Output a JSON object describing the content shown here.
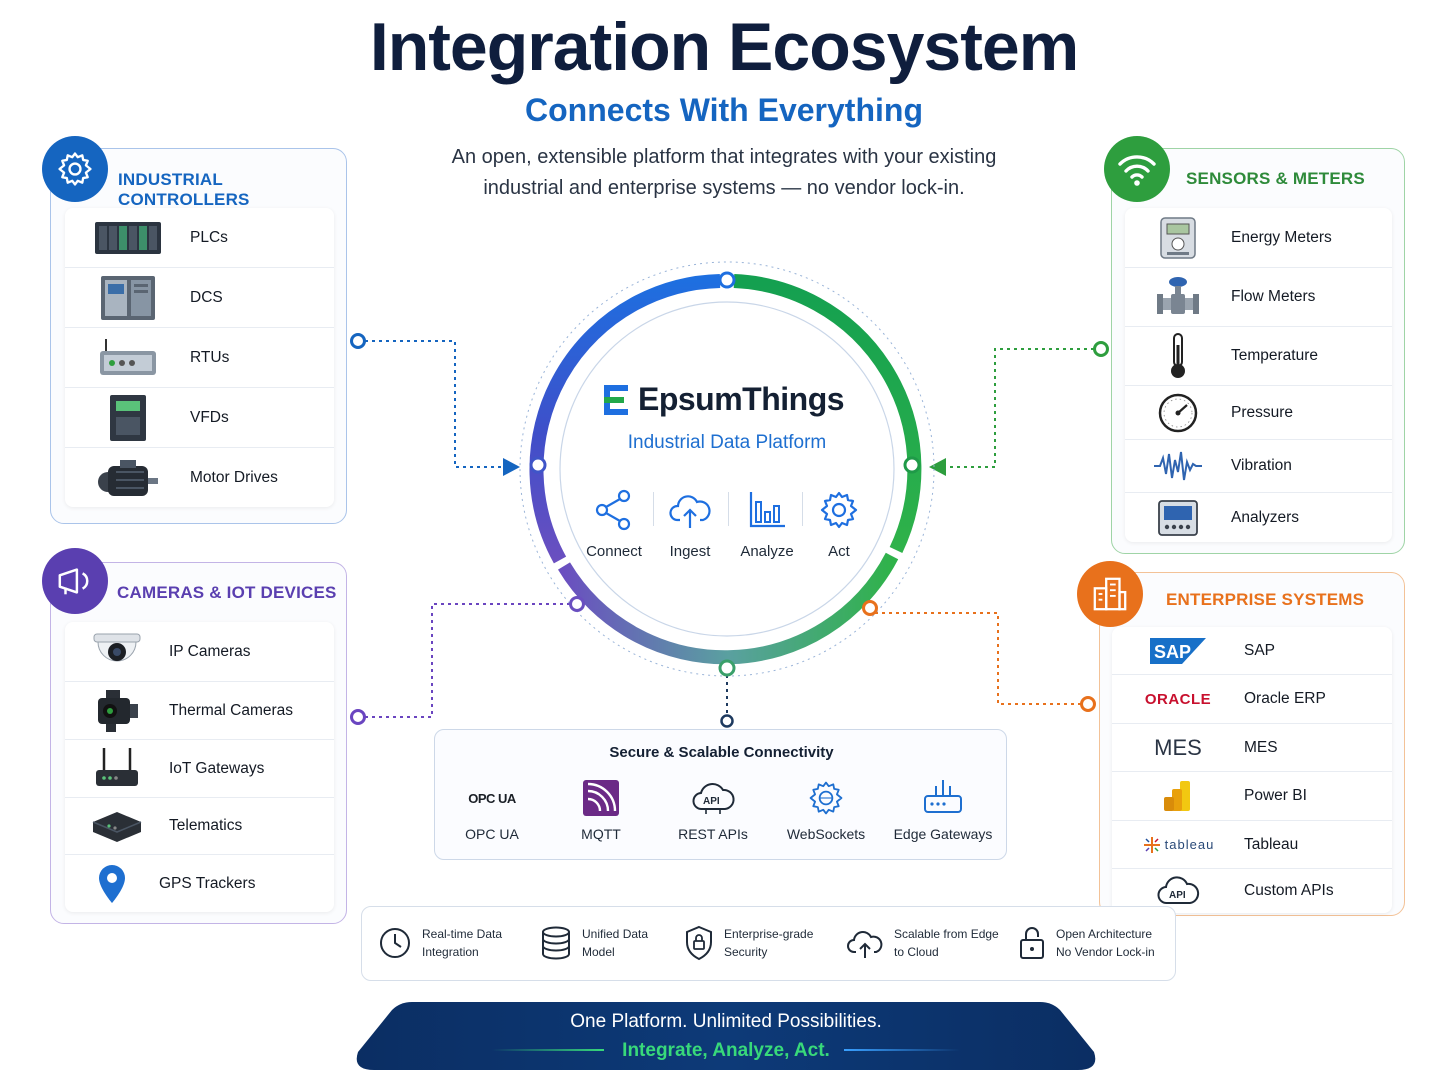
{
  "header": {
    "title": "Integration Ecosystem",
    "subtitle": "Connects With Everything",
    "description_line1": "An open, extensible platform that integrates with your existing",
    "description_line2": "industrial and enterprise systems — no vendor lock-in."
  },
  "industrial_controllers": {
    "title": "INDUSTRIAL CONTROLLERS",
    "color": "#1565c0",
    "items": [
      {
        "label": "PLCs",
        "icon": "plc-icon"
      },
      {
        "label": "DCS",
        "icon": "dcs-icon"
      },
      {
        "label": "RTUs",
        "icon": "rtu-icon"
      },
      {
        "label": "VFDs",
        "icon": "vfd-icon"
      },
      {
        "label": "Motor Drives",
        "icon": "motor-icon"
      }
    ]
  },
  "cameras_iot": {
    "title": "CAMERAS & IOT DEVICES",
    "color": "#5a3fb0",
    "items": [
      {
        "label": "IP Cameras",
        "icon": "dome-camera-icon"
      },
      {
        "label": "Thermal Cameras",
        "icon": "thermal-camera-icon"
      },
      {
        "label": "IoT Gateways",
        "icon": "router-icon"
      },
      {
        "label": "Telematics",
        "icon": "telematics-icon"
      },
      {
        "label": "GPS Trackers",
        "icon": "location-pin-icon"
      }
    ]
  },
  "sensors_meters": {
    "title": "SENSORS & METERS",
    "color": "#2e9e3e",
    "items": [
      {
        "label": "Energy Meters",
        "icon": "energy-meter-icon"
      },
      {
        "label": "Flow Meters",
        "icon": "flow-meter-icon"
      },
      {
        "label": "Temperature",
        "icon": "thermometer-icon"
      },
      {
        "label": "Pressure",
        "icon": "gauge-icon"
      },
      {
        "label": "Vibration",
        "icon": "waveform-icon"
      },
      {
        "label": "Analyzers",
        "icon": "analyzer-icon"
      }
    ]
  },
  "enterprise_systems": {
    "title": "ENTERPRISE SYSTEMS",
    "color": "#e8711c",
    "items": [
      {
        "label": "SAP",
        "logo": "SAP"
      },
      {
        "label": "Oracle ERP",
        "logo": "ORACLE"
      },
      {
        "label": "MES",
        "logo": "MES"
      },
      {
        "label": "Power BI",
        "logo": "power-bi-icon"
      },
      {
        "label": "Tableau",
        "logo": "tableau"
      },
      {
        "label": "Custom APIs",
        "logo": "API"
      }
    ]
  },
  "platform": {
    "logo_letter": "E",
    "name": "EpsumThings",
    "tagline": "Industrial Data Platform",
    "steps": [
      {
        "label": "Connect",
        "icon": "share-nodes-icon"
      },
      {
        "label": "Ingest",
        "icon": "cloud-upload-icon"
      },
      {
        "label": "Analyze",
        "icon": "bar-chart-icon"
      },
      {
        "label": "Act",
        "icon": "gear-icon"
      }
    ]
  },
  "connectivity": {
    "title": "Secure & Scalable Connectivity",
    "opcua_logo": "OPC UA",
    "api_badge": "API",
    "items": [
      {
        "label": "OPC UA"
      },
      {
        "label": "MQTT"
      },
      {
        "label": "REST APIs"
      },
      {
        "label": "WebSockets"
      },
      {
        "label": "Edge Gateways"
      }
    ]
  },
  "features": [
    {
      "line1": "Real-time Data",
      "line2": "Integration",
      "icon": "clock-icon"
    },
    {
      "line1": "Unified Data",
      "line2": "Model",
      "icon": "database-icon"
    },
    {
      "line1": "Enterprise-grade",
      "line2": "Security",
      "icon": "shield-lock-icon"
    },
    {
      "line1": "Scalable from Edge",
      "line2": "to Cloud",
      "icon": "cloud-upload-icon"
    },
    {
      "line1": "Open Architecture",
      "line2": "No Vendor Lock-in",
      "icon": "padlock-icon"
    }
  ],
  "banner": {
    "line1": "One Platform. Unlimited Possibilities.",
    "line2": "Integrate, Analyze, Act."
  }
}
